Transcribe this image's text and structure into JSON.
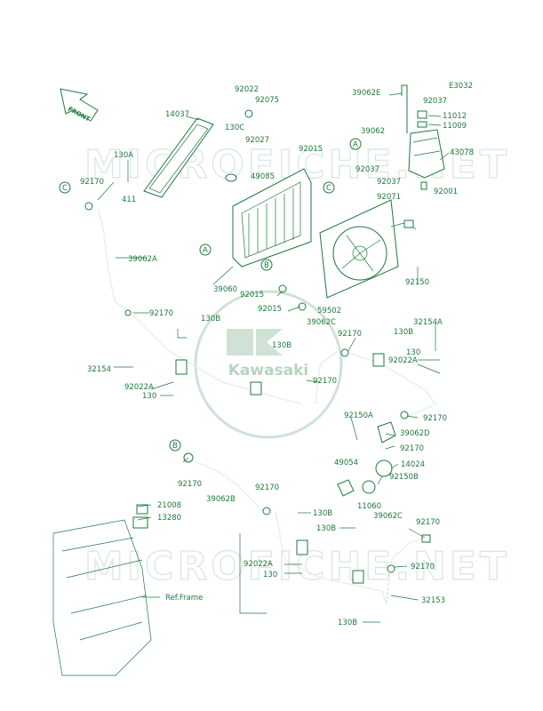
{
  "diagram_code": "E3032",
  "front_label": "FRONT",
  "brand_label": "Kawasaki",
  "watermark": "MICROFICHE.NET",
  "ref_frame_label": "Ref.Frame",
  "callouts": [
    "A",
    "B",
    "C"
  ],
  "part_labels": [
    "92022",
    "92075",
    "130C",
    "92027",
    "14037",
    "130A",
    "411",
    "92170",
    "49085",
    "92015",
    "39062A",
    "39060",
    "92015",
    "92015",
    "59502",
    "39062E",
    "92037",
    "11012",
    "11009",
    "39062",
    "43078",
    "92037",
    "92037",
    "92001",
    "92071",
    "92150",
    "92170",
    "130B",
    "130B",
    "32154",
    "92022A",
    "130",
    "39062C",
    "92170",
    "130B",
    "32154A",
    "92022A",
    "130",
    "92170",
    "92170",
    "92150A",
    "39062D",
    "92170",
    "49054",
    "14024",
    "11060",
    "92150B",
    "92170",
    "39062B",
    "92170",
    "21008",
    "13280",
    "130B",
    "130B",
    "92022A",
    "130",
    "39062C",
    "92170",
    "92170",
    "32153",
    "130B"
  ]
}
